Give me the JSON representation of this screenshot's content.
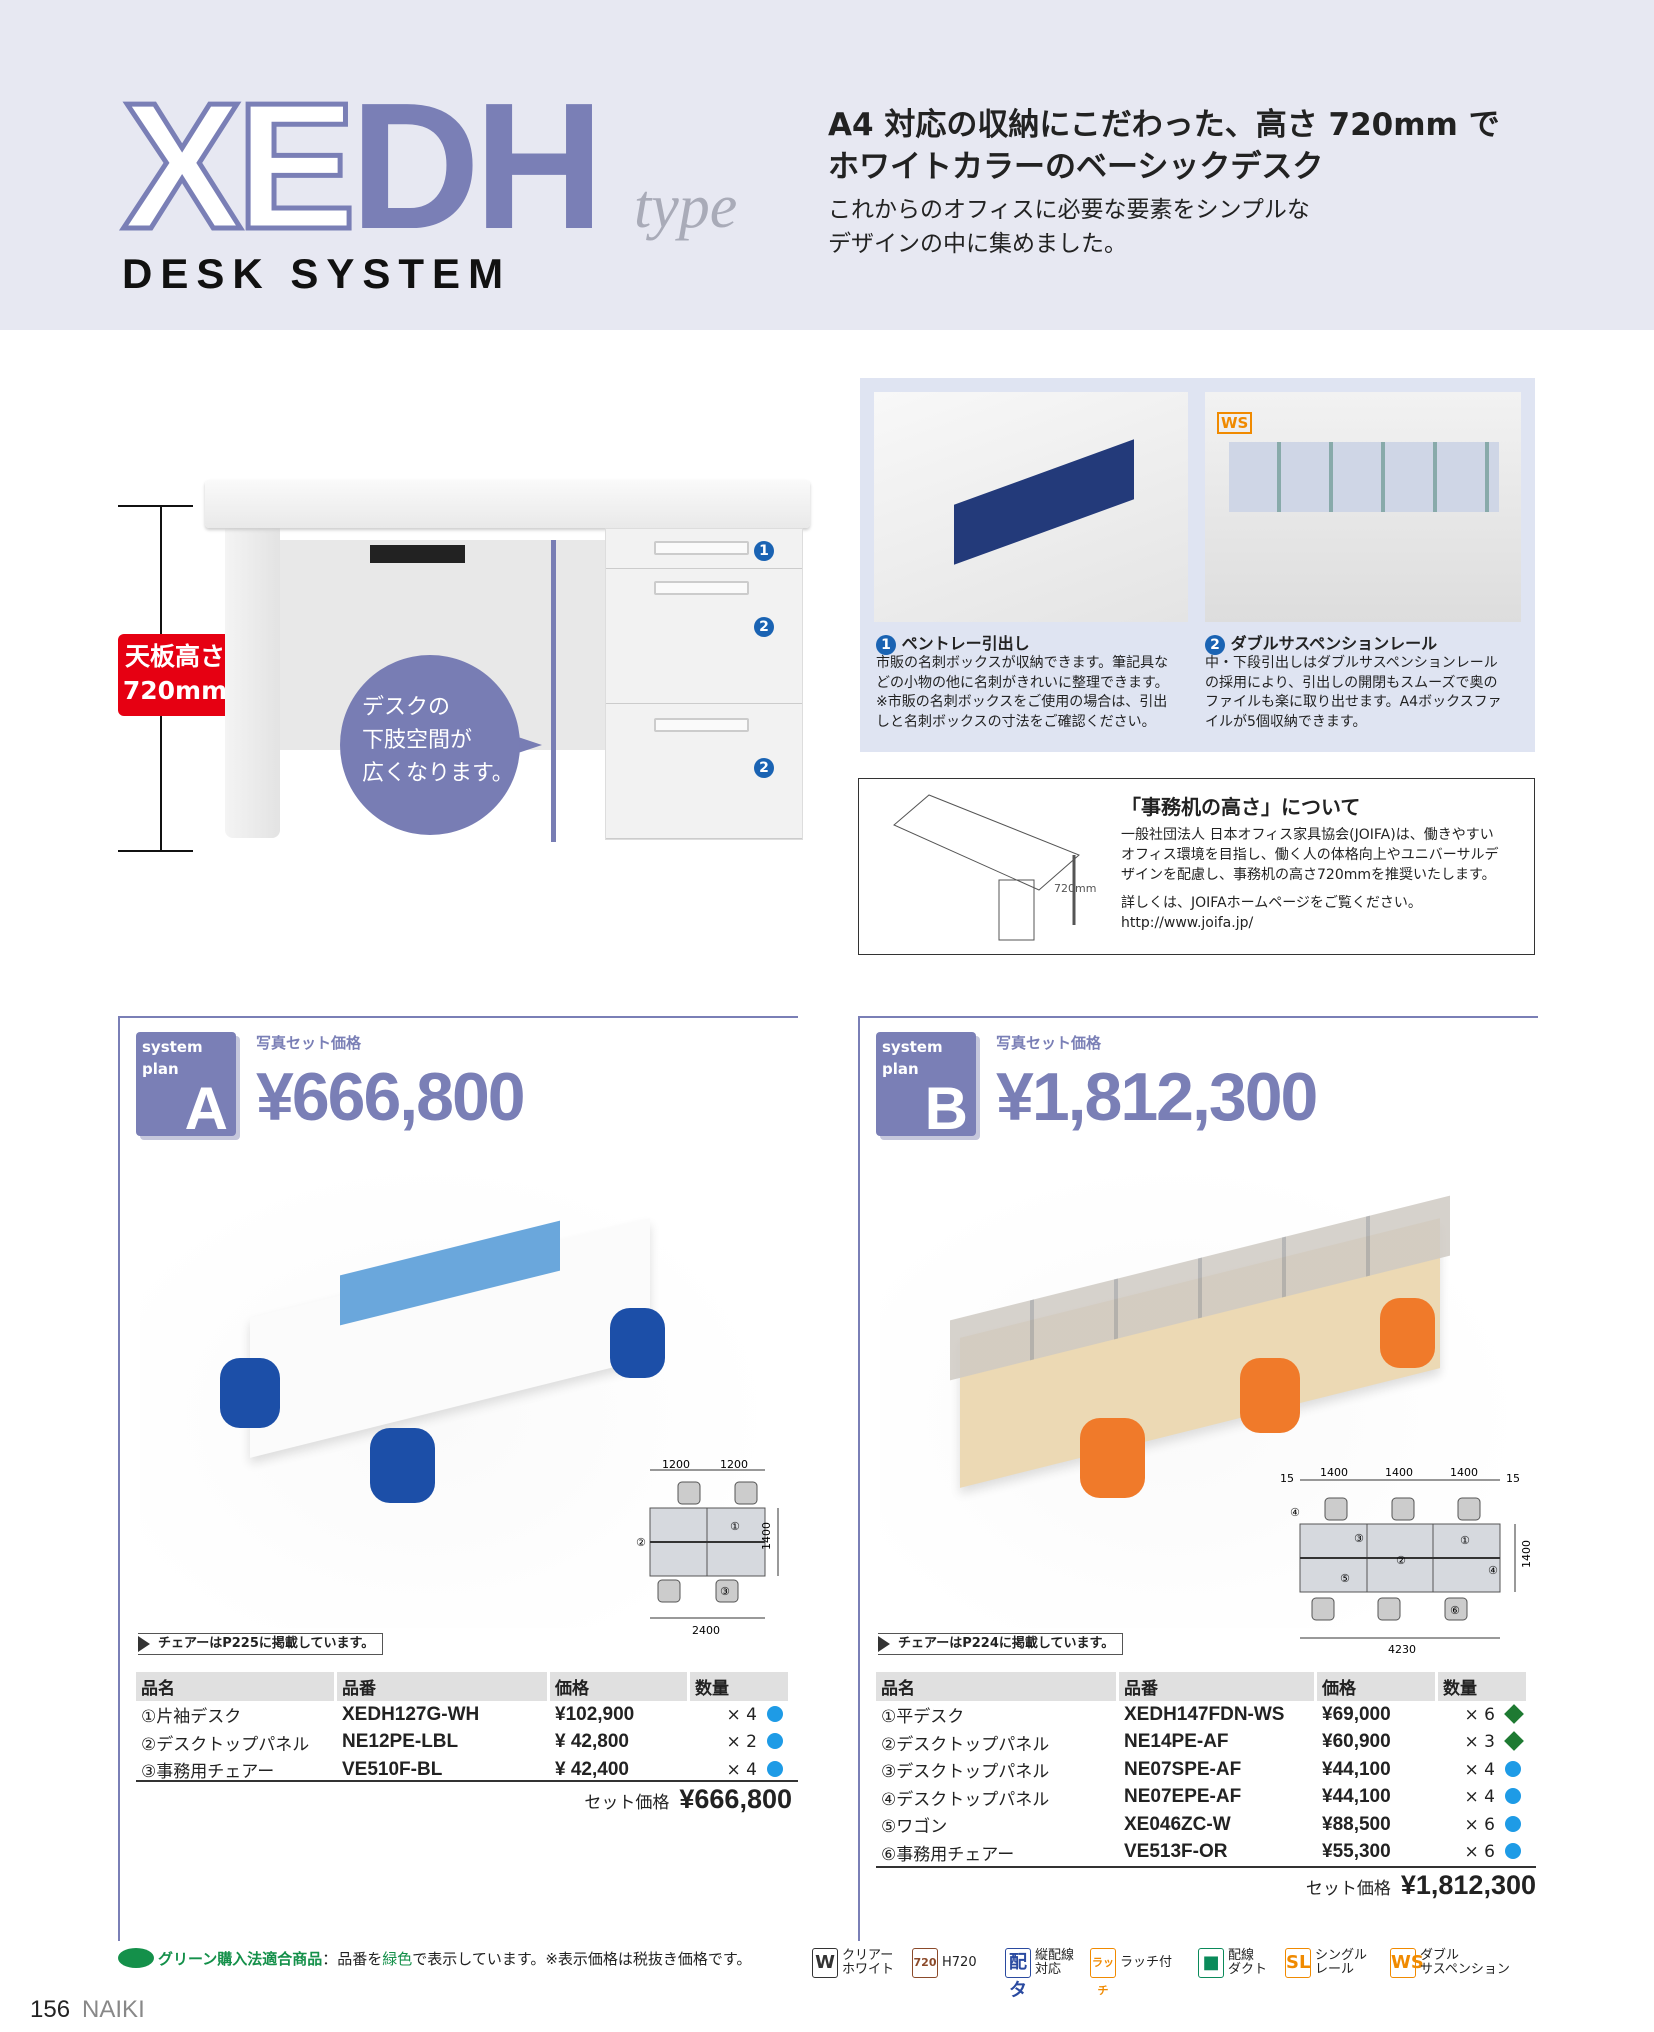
{
  "header": {
    "logo": "XEDH",
    "logo_type": "type",
    "subtitle": "DESK SYSTEM",
    "headline_1": "A4 対応の収納にこだわった、高さ 720mm で",
    "headline_2": "ホワイトカラーのベーシックデスク",
    "sub_1": "これからのオフィスに必要な要素をシンプルな",
    "sub_2": "デザインの中に集めました。"
  },
  "hero": {
    "height_label_1": "天板高さ",
    "height_label_2": "720mm",
    "bubble_1": "デスクの",
    "bubble_2": "下肢空間が",
    "bubble_3": "広くなります。",
    "marker_1": "1",
    "marker_2": "2"
  },
  "features": [
    {
      "num": "1",
      "title": "ペントレー引出し",
      "lines": [
        "市販の名刺ボックスが収納できます。筆記具な",
        "どの小物の他に名刺がきれいに整理できます。",
        "※市販の名刺ボックスをご使用の場合は、引出",
        "しと名刺ボックスの寸法をご確認ください。"
      ]
    },
    {
      "num": "2",
      "title": "ダブルサスペンションレール",
      "badge": "WS",
      "lines": [
        "中・下段引出しはダブルサスペンションレール",
        "の採用により、引出しの開閉もスムーズで奥の",
        "ファイルも楽に取り出せます。A4ボックスファ",
        "イルが5個収納できます。"
      ]
    }
  ],
  "joifa": {
    "title": "「事務机の高さ」について",
    "lines": [
      "一般社団法人 日本オフィス家具協会(JOIFA)は、働きやすい",
      "オフィス環境を目指し、働く人の体格向上やユニバーサルデ",
      "ザインを配慮し、事務机の高さ720mmを推奨いたします。"
    ],
    "more": "詳しくは、JOIFAホームページをご覧ください。",
    "url": "http://www.joifa.jp/",
    "dim": "720mm"
  },
  "plans": [
    {
      "badge_top": "system",
      "badge_mid": "plan",
      "letter": "A",
      "label": "写真セット価格",
      "price": "¥666,800",
      "note": "チェアーはP225に掲載しています。",
      "layout": {
        "w1": "1200",
        "w2": "1200",
        "depth": "1400",
        "total": "2400",
        "m1": "①",
        "m2": "②",
        "m3": "③"
      },
      "headers": [
        "品名",
        "品番",
        "価格",
        "数量"
      ],
      "rows": [
        [
          "①片袖デスク",
          "XEDH127G-WH",
          "¥102,900",
          "× 4",
          "#1e9be6",
          "dot"
        ],
        [
          "②デスクトップパネル",
          "NE12PE-LBL",
          "¥  42,800",
          "× 2",
          "#1e9be6",
          "dot"
        ],
        [
          "③事務用チェアー",
          "VE510F-BL",
          "¥  42,400",
          "× 4",
          "#1e9be6",
          "dot"
        ]
      ],
      "total_label": "セット価格",
      "total": "¥666,800"
    },
    {
      "badge_top": "system",
      "badge_mid": "plan",
      "letter": "B",
      "label": "写真セット価格",
      "price": "¥1,812,300",
      "note": "チェアーはP224に掲載しています。",
      "layout": {
        "e": "15",
        "w1": "1400",
        "w2": "1400",
        "w3": "1400",
        "e2": "15",
        "depth": "1400",
        "total": "4230",
        "m1": "①",
        "m2": "②",
        "m3": "③",
        "m4": "④",
        "m5": "⑤",
        "m6": "⑥"
      },
      "headers": [
        "品名",
        "品番",
        "価格",
        "数量"
      ],
      "rows": [
        [
          "①平デスク",
          "XEDH147FDN-WS",
          "¥69,000",
          "× 6",
          "#1e7a32",
          "dia"
        ],
        [
          "②デスクトップパネル",
          "NE14PE-AF",
          "¥60,900",
          "× 3",
          "#1e7a32",
          "dia"
        ],
        [
          "③デスクトップパネル",
          "NE07SPE-AF",
          "¥44,100",
          "× 4",
          "#1e9be6",
          "dot"
        ],
        [
          "④デスクトップパネル",
          "NE07EPE-AF",
          "¥44,100",
          "× 4",
          "#1e9be6",
          "dot"
        ],
        [
          "⑤ワゴン",
          "XE046ZC-W",
          "¥88,500",
          "× 6",
          "#1e9be6",
          "dot"
        ],
        [
          "⑥事務用チェアー",
          "VE513F-OR",
          "¥55,300",
          "× 6",
          "#1e9be6",
          "dot"
        ]
      ],
      "total_label": "セット価格",
      "total": "¥1,812,300"
    }
  ],
  "footer": {
    "green_label": "グリーン購入法適合商品",
    "green_text": "：品番を",
    "green_word": "緑色",
    "green_rest": "で表示しています。※表示価格は税抜き価格です。",
    "legend": [
      {
        "icon": "W",
        "text": "クリアー\nホワイト",
        "color": "#333"
      },
      {
        "icon": "720",
        "text": "H720",
        "color": "#8b4a2a"
      },
      {
        "icon": "配タ",
        "text": "縦配線\n対応",
        "color": "#2a4aa0"
      },
      {
        "icon": "ラッチ",
        "text": "ラッチ付",
        "color": "#f08a00"
      },
      {
        "icon": "■",
        "text": "配線\nダクト",
        "color": "#0a8a5a"
      },
      {
        "icon": "SL",
        "text": "シングル\nレール",
        "color": "#f08a00"
      },
      {
        "icon": "WS",
        "text": "ダブル\nサスペンション",
        "color": "#f08a00"
      }
    ],
    "page": "156",
    "brand": "NAIKI"
  }
}
